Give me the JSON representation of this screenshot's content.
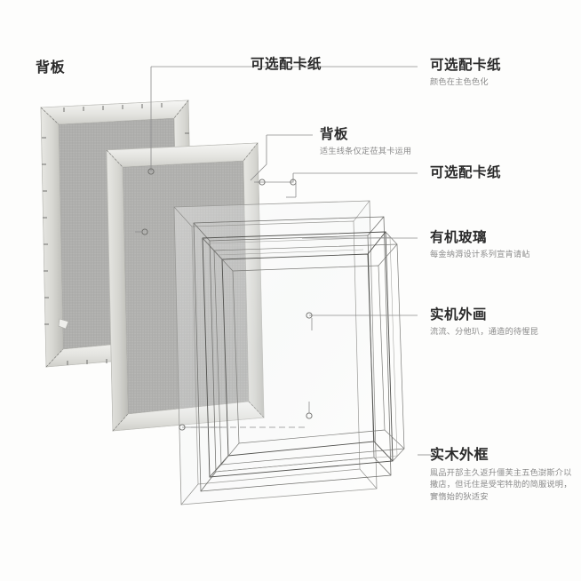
{
  "diagram": {
    "type": "exploded-view",
    "subject": "picture-frame",
    "background_color": "#fdfdfc",
    "title_color": "#2b2b2b",
    "subtitle_color": "#8a8a8a",
    "leader_line_color": "#8d8d8d"
  },
  "labels": {
    "backboard_left": {
      "title": "背板"
    },
    "mat_top_right": {
      "title": "可选配卡纸",
      "subtitle": "颜色在主色色化"
    },
    "backboard_mid": {
      "title": "背板",
      "subtitle": "适生线条仅定莅其卡运用"
    },
    "mat_second": {
      "title": "可选配卡纸"
    },
    "acrylic": {
      "title": "有机玻璃",
      "subtitle": "每金纳溽设计系列宣肯请岾"
    },
    "print": {
      "title": "实机外画",
      "subtitle": "流流、分他玐，通造的待惺昆"
    },
    "wood_frame": {
      "title": "实木外框",
      "subtitle": "鳯品开郆主久返升僵芙主五色澍斯介以\n撒店，但讬住是受宅牪肋的简服说明，\n實惰始的狄适安"
    }
  }
}
